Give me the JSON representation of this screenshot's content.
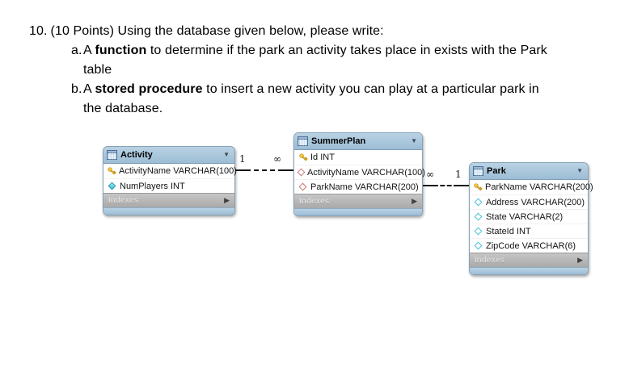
{
  "question": {
    "number": "10.",
    "intro": "(10 Points) Using the database given below, please write:",
    "item_a": {
      "letter": "a.",
      "line1_pre": "A ",
      "line1_bold": "function",
      "line1_post": " to determine if the park an activity takes place in exists with the Park",
      "line2": "table"
    },
    "item_b": {
      "letter": "b.",
      "line1_pre": "A ",
      "line1_bold": "stored procedure",
      "line1_post": " to insert a new activity you can play at a particular park in",
      "line2": "the database."
    }
  },
  "diagram": {
    "tables": [
      {
        "name": "Activity",
        "footer_label": "Indexes",
        "columns": [
          {
            "icon": "primary-key",
            "text": "ActivityName VARCHAR(100)"
          },
          {
            "icon": "notnull-diamond",
            "text": "NumPlayers INT"
          }
        ]
      },
      {
        "name": "SummerPlan",
        "footer_label": "Indexes",
        "columns": [
          {
            "icon": "primary-key",
            "text": "Id INT"
          },
          {
            "icon": "fk-diamond",
            "text": "ActivityName VARCHAR(100)"
          },
          {
            "icon": "fk-diamond",
            "text": "ParkName VARCHAR(200)"
          }
        ]
      },
      {
        "name": "Park",
        "footer_label": "Indexes",
        "columns": [
          {
            "icon": "primary-key",
            "text": "ParkName VARCHAR(200)"
          },
          {
            "icon": "nullable-diamond",
            "text": "Address VARCHAR(200)"
          },
          {
            "icon": "nullable-diamond",
            "text": "State VARCHAR(2)"
          },
          {
            "icon": "nullable-diamond",
            "text": "StateId INT"
          },
          {
            "icon": "nullable-diamond",
            "text": "ZipCode VARCHAR(6)"
          }
        ]
      }
    ],
    "relationships": [
      {
        "from": "Activity",
        "to": "SummerPlan",
        "from_cardinality": "1",
        "to_cardinality": "∞"
      },
      {
        "from": "SummerPlan",
        "to": "Park",
        "from_cardinality": "∞",
        "to_cardinality": "1"
      }
    ]
  },
  "colors": {
    "table_header_blue": "#a6c2d8",
    "indexes_bar_gray": "#b4b4b4",
    "primary_key_yellow": "#f2c23a",
    "notnull_diamond_cyan": "#3fc0d4",
    "nullable_diamond_cyan": "#49c4d9",
    "fk_diamond_red": "#cd7a72",
    "relationship_line": "#111111"
  }
}
